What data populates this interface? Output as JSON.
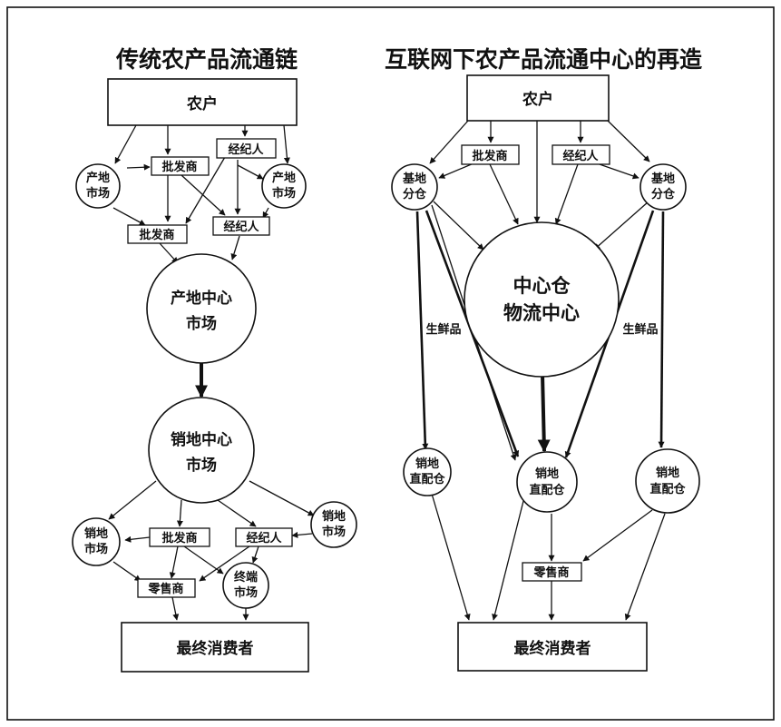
{
  "left": {
    "title": "传统农产品流通链",
    "farmer": "农户",
    "wholesaler_top": "批发商",
    "broker_top": "经纪人",
    "origin_market_l": [
      "产地",
      "市场"
    ],
    "origin_market_r": [
      "产地",
      "市场"
    ],
    "wholesaler_mid": "批发商",
    "broker_mid": "经纪人",
    "origin_center": [
      "产地中心",
      "市场"
    ],
    "sales_center": [
      "销地中心",
      "市场"
    ],
    "sales_market_l": [
      "销地",
      "市场"
    ],
    "sales_market_r": [
      "销地",
      "市场"
    ],
    "wholesaler_bot": "批发商",
    "broker_bot": "经纪人",
    "retailer": "零售商",
    "terminal_market": [
      "终端",
      "市场"
    ],
    "consumer": "最终消费者"
  },
  "right": {
    "title": "互联网下农产品流通中心的再造",
    "farmer": "农户",
    "wholesaler": "批发商",
    "broker": "经纪人",
    "base_wh_l": [
      "基地",
      "分仓"
    ],
    "base_wh_r": [
      "基地",
      "分仓"
    ],
    "center_wh": [
      "中心仓",
      "物流中心"
    ],
    "fresh_l": "生鲜品",
    "fresh_r": "生鲜品",
    "direct_wh_l": [
      "销地",
      "直配仓"
    ],
    "direct_wh_m": [
      "销地",
      "直配仓"
    ],
    "direct_wh_r": [
      "销地",
      "直配仓"
    ],
    "retailer": "零售商",
    "consumer": "最终消费者"
  }
}
